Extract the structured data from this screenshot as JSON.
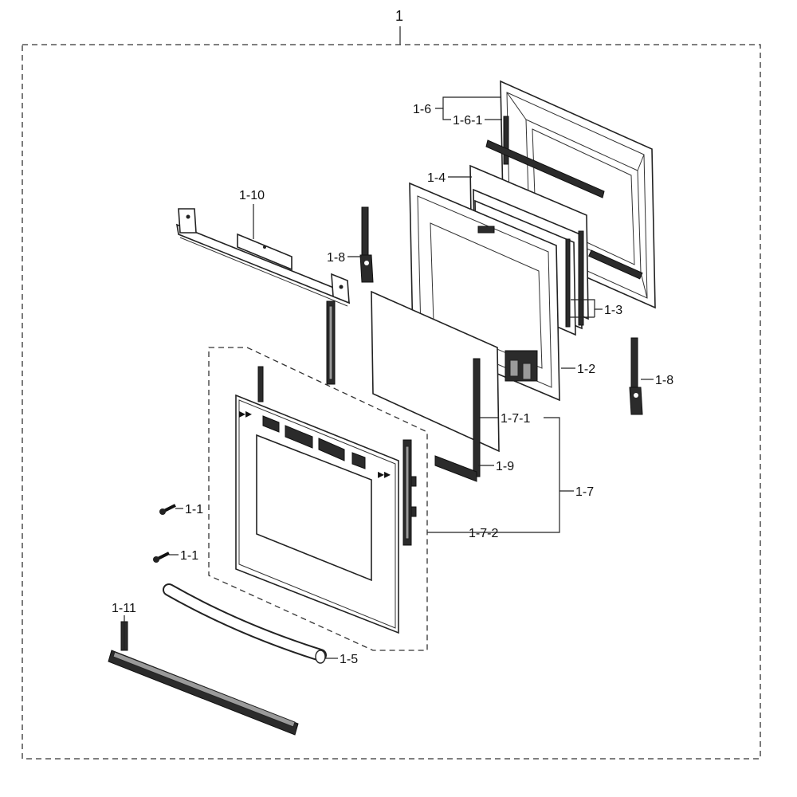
{
  "labels": {
    "assembly": "1",
    "p1_6": "1-6",
    "p1_6_1": "1-6-1",
    "p1_4": "1-4",
    "p1_10": "1-10",
    "p1_8_left": "1-8",
    "p1_8_right": "1-8",
    "p1_3": "1-3",
    "p1_2": "1-2",
    "p1_7_1": "1-7-1",
    "p1_7": "1-7",
    "p1_9": "1-9",
    "p1_7_2": "1-7-2",
    "p1_1_top": "1-1",
    "p1_1_bottom": "1-1",
    "p1_11": "1-11",
    "p1_5": "1-5"
  },
  "icons": {
    "arrow_marks": "▸▸"
  }
}
